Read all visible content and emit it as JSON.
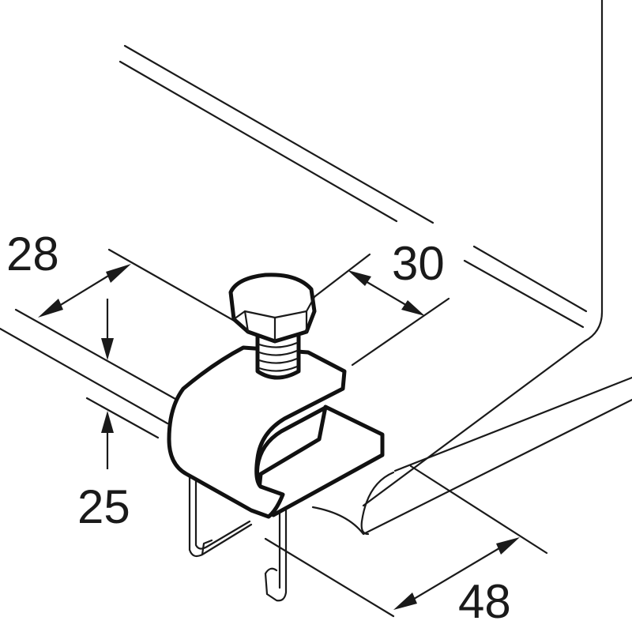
{
  "figure": {
    "line_color": "#1a1a1a",
    "background": "#ffffff"
  },
  "dimensions": {
    "top_left": "28",
    "top_right": "30",
    "bottom_left": "25",
    "bottom_right": "48"
  }
}
